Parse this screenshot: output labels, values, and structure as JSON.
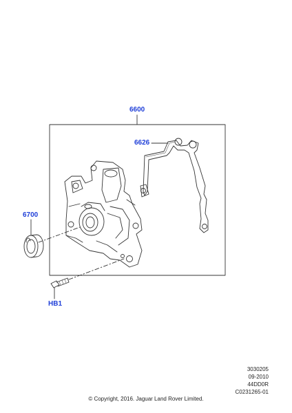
{
  "callouts": {
    "assembly": "6600",
    "gasket": "6626",
    "seal": "6700",
    "bolt": "HB1"
  },
  "reference": {
    "code1": "3030205",
    "date": "09-2010",
    "code2": "44DD0R",
    "code3": "C0231265-01"
  },
  "copyright": "© Copyright, 2016. Jaguar Land Rover Limited.",
  "colors": {
    "callout": "#1f3fd8",
    "line": "#333333"
  }
}
